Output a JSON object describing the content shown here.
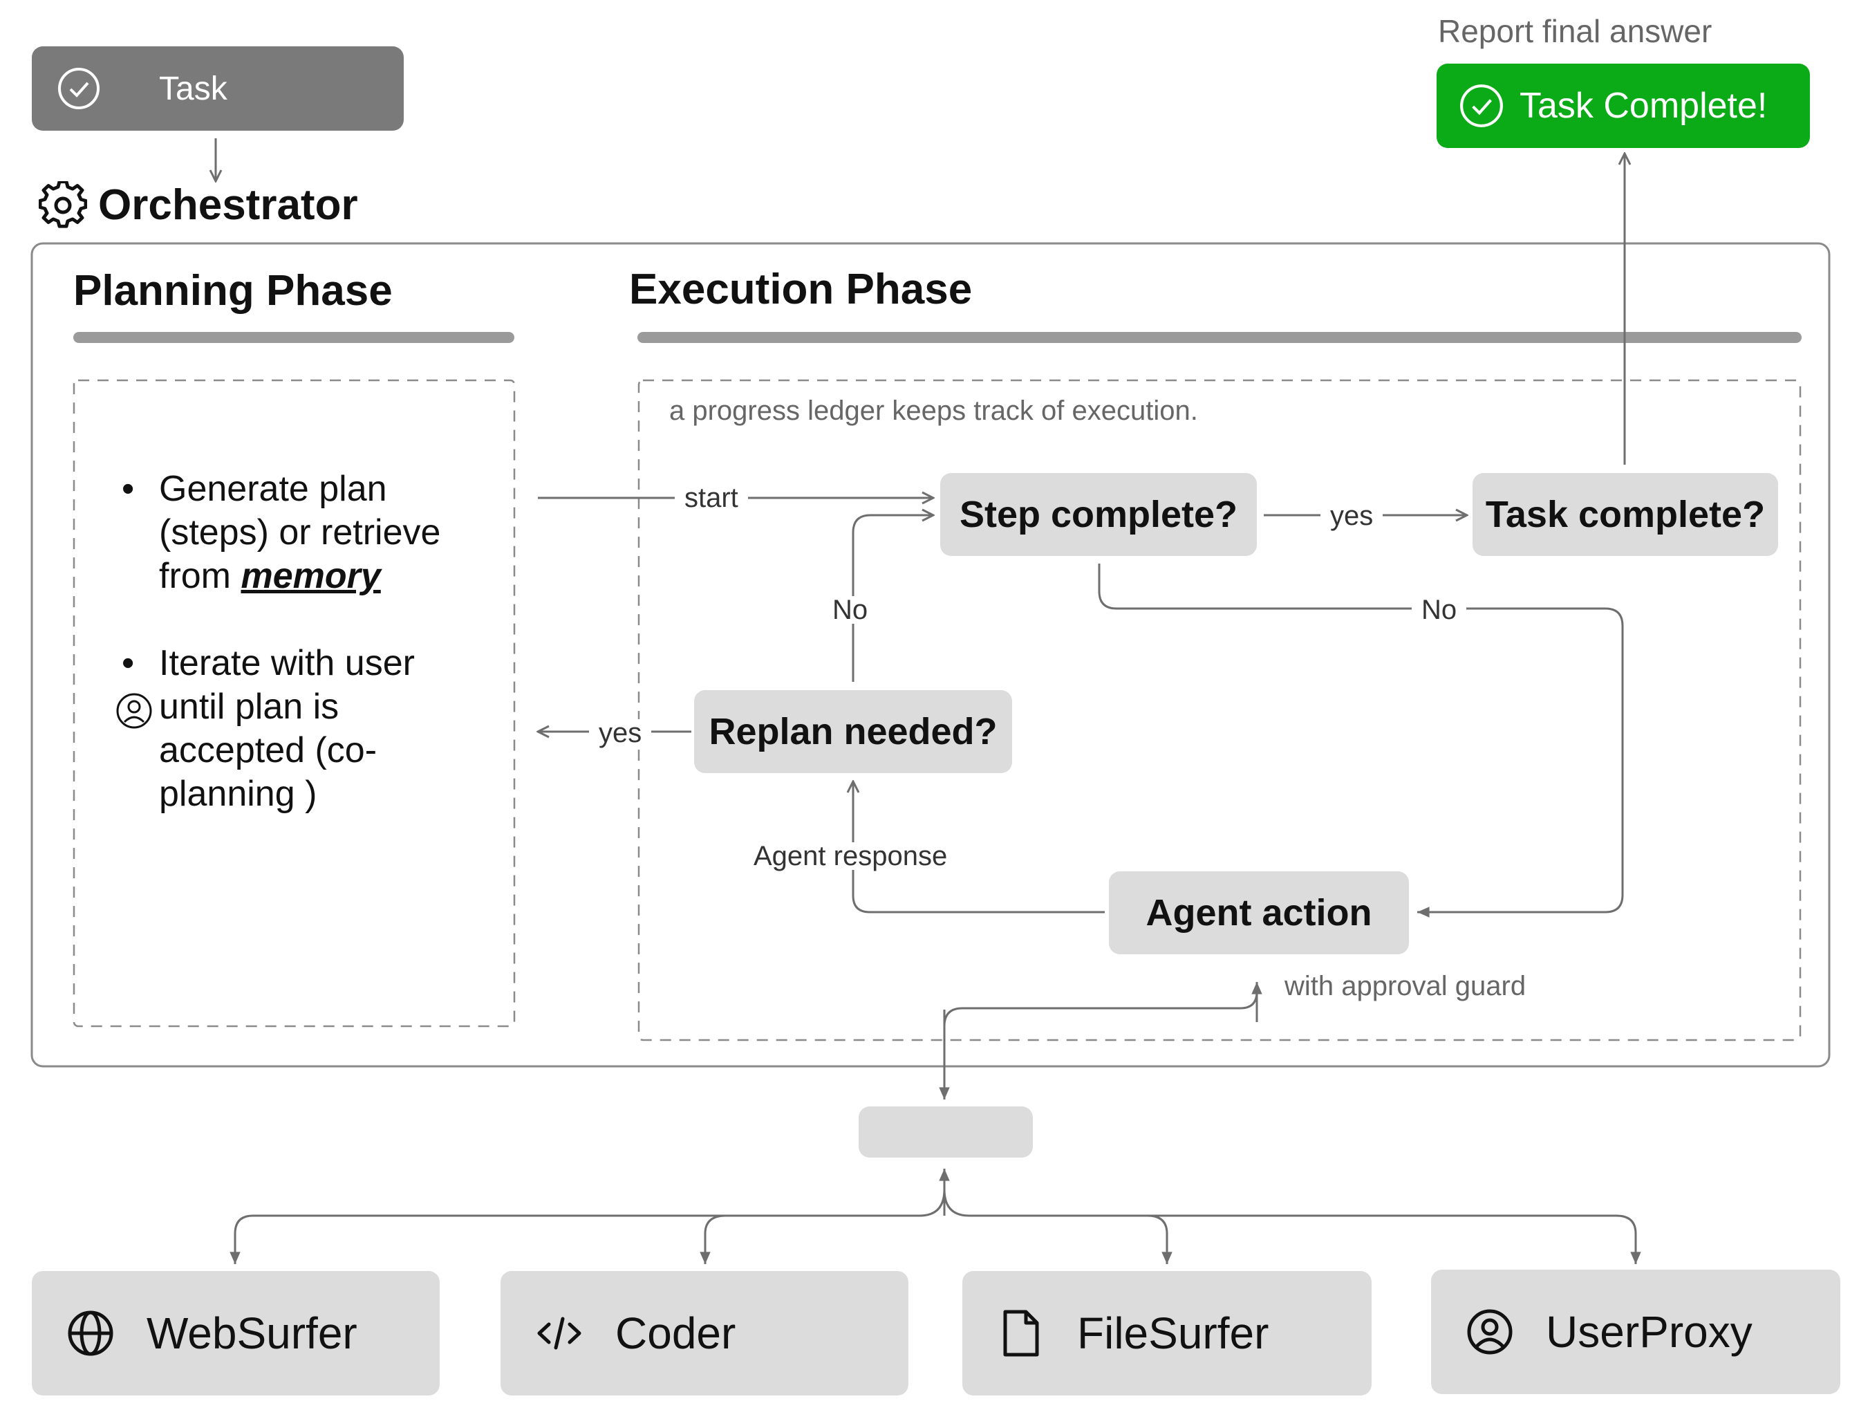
{
  "task": {
    "label": "Task",
    "icon": "check-circle-icon"
  },
  "orchestrator": {
    "title": "Orchestrator",
    "icon": "gear-icon"
  },
  "report": {
    "label": "Report final answer"
  },
  "task_complete_button": {
    "label": "Task Complete!",
    "icon": "check-circle-icon",
    "color": "#0aab17"
  },
  "planning": {
    "title": "Planning Phase",
    "item1": {
      "line1": "Generate plan",
      "line2": "(steps) or retrieve",
      "line3_prefix": "from ",
      "line3_emphasis": "memory"
    },
    "item2": {
      "line1": "Iterate with user",
      "line2": "until plan is",
      "line3": "accepted (co-",
      "line4": "planning )",
      "icon": "user-icon"
    }
  },
  "execution": {
    "title": "Execution Phase",
    "ledger_note": "a progress ledger keeps track of execution.",
    "nodes": {
      "step_complete": "Step complete?",
      "task_complete": "Task complete?",
      "replan_needed": "Replan needed?",
      "agent_action": "Agent action"
    },
    "edges": {
      "start": "start",
      "yes_step_task": "yes",
      "no_replan_step": "No",
      "no_step_agent": "No",
      "yes_replan_plan": "yes",
      "agent_response": "Agent response"
    },
    "approval_note": "with approval guard"
  },
  "agents": [
    {
      "name": "WebSurfer",
      "icon": "globe-icon"
    },
    {
      "name": "Coder",
      "icon": "code-icon"
    },
    {
      "name": "FileSurfer",
      "icon": "file-icon"
    },
    {
      "name": "UserProxy",
      "icon": "user-icon"
    }
  ],
  "colors": {
    "phase_bar": "#9a9a9a",
    "node_fill": "#dcdcdc",
    "task_fill": "#7a7a7a",
    "line": "#6e6e6e"
  }
}
